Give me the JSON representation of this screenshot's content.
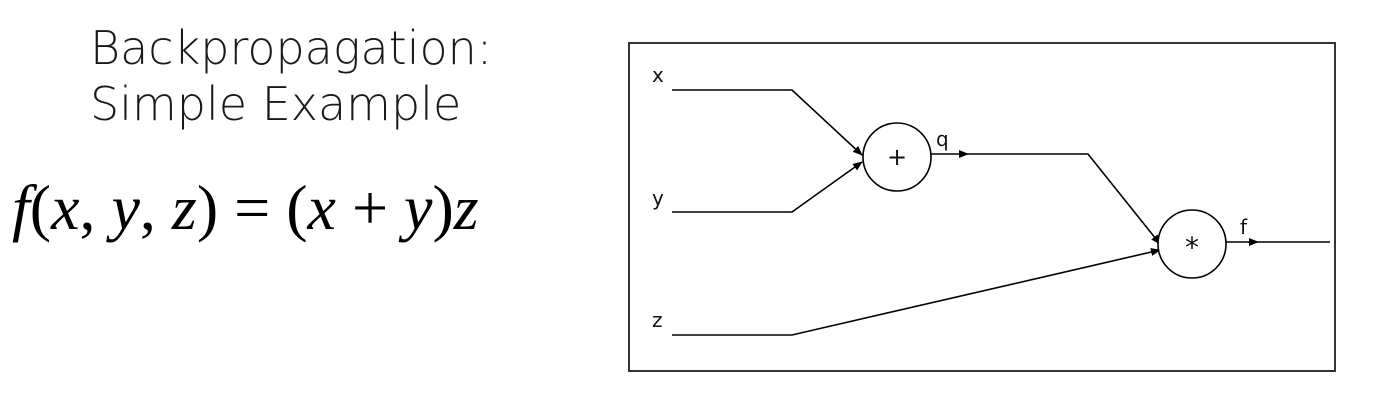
{
  "title": {
    "line1": "Backpropagation:",
    "line2": "Simple Example"
  },
  "formula": {
    "f": "f",
    "open_paren": "(",
    "x": "x",
    "comma1": ", ",
    "y": "y",
    "comma2": ", ",
    "z": "z",
    "close_paren": ")",
    "equals": " = ",
    "rhs_open": "(",
    "rhs_x": "x",
    "plus": " + ",
    "rhs_y": "y",
    "rhs_close": ")",
    "rhs_z": "z"
  },
  "graph": {
    "inputs": {
      "x": "x",
      "y": "y",
      "z": "z"
    },
    "nodes": {
      "add": "+",
      "mul": "*"
    },
    "edges": {
      "q": "q",
      "f": "f"
    }
  },
  "colors": {
    "stroke": "#000000",
    "frame": "#333333"
  }
}
